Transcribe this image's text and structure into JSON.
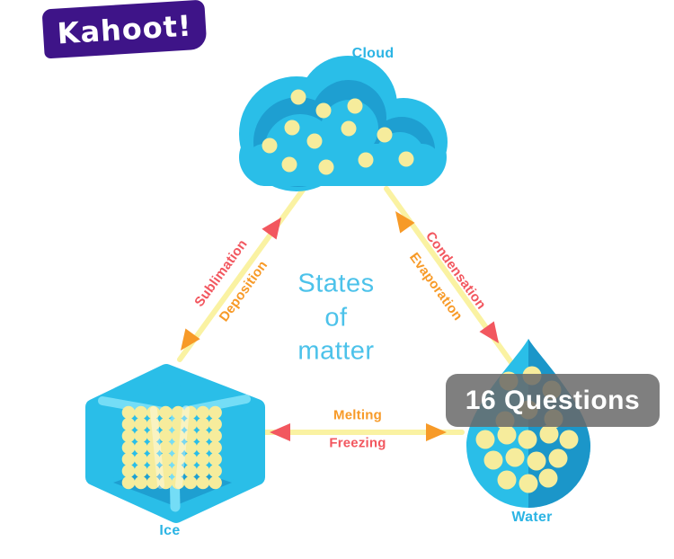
{
  "logo": {
    "text": "Kahoot!"
  },
  "diagram": {
    "title": "States\nof\nmatter",
    "states": {
      "gas": {
        "label": "Cloud"
      },
      "solid": {
        "label": "Ice"
      },
      "liquid": {
        "label": "Water"
      }
    },
    "transitions": {
      "sublimation": "Sublimation",
      "deposition": "Deposition",
      "condensation": "Condensation",
      "evaporation": "Evaporation",
      "melting": "Melting",
      "freezing": "Freezing"
    }
  },
  "badge": {
    "text": "16 Questions"
  },
  "colors": {
    "cyan": "#2ABEE8",
    "cyan-dark": "#1E9FD1",
    "cyan-darker": "#1B96C9",
    "cyan-light": "#74DDF6",
    "yellow-line": "#FAF2A2",
    "yellow-dot": "#F6EC9C",
    "red": "#F2575F",
    "orange": "#F79A28",
    "label-cyan": "#2BB4E4",
    "title-cyan": "#4CC2EA",
    "purple": "#3E1488",
    "badge-bg": "rgba(104,104,104,0.85)"
  }
}
